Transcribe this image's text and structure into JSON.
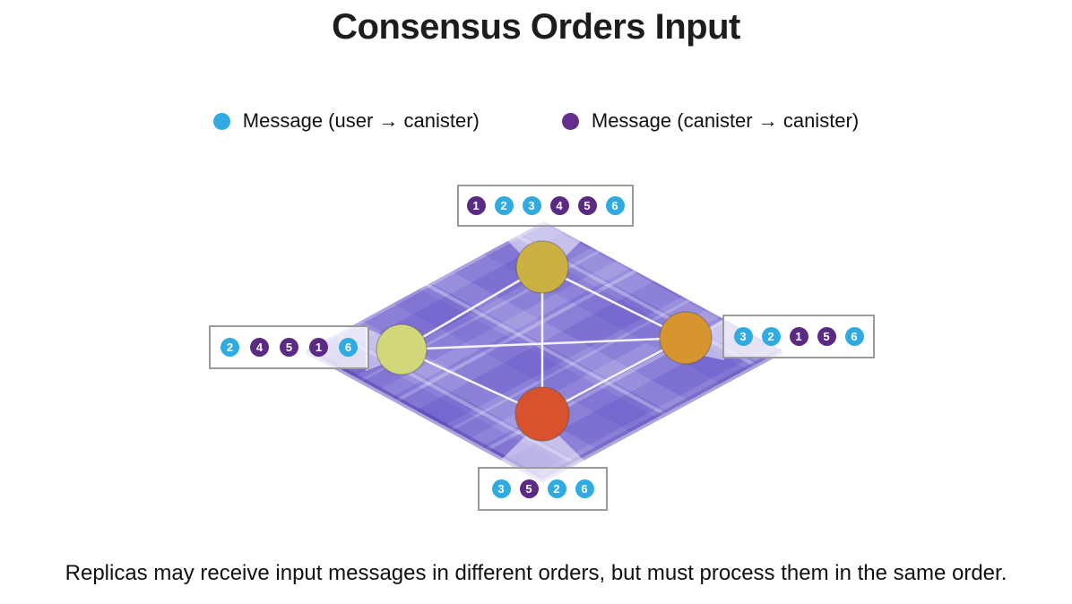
{
  "title": "Consensus Orders Input",
  "caption": "Replicas may receive input messages in different orders, but must process them in the same order.",
  "legend": {
    "items": [
      {
        "label": "Message (user → canister)",
        "color": "#2fabe2",
        "icon": "blue-dot-icon"
      },
      {
        "label": "Message (canister → canister)",
        "color": "#652d8d",
        "icon": "purple-dot-icon"
      }
    ]
  },
  "colors": {
    "user_message": "#2fabe2",
    "canister_message": "#5b2a84",
    "diamond_base": "#8b80d8",
    "edge_line": "#f4f3fa"
  },
  "message_types": {
    "1": "canister",
    "2": "user",
    "3": "user",
    "4": "canister",
    "5": "canister",
    "6": "user"
  },
  "network": {
    "edges": [
      [
        "top",
        "left"
      ],
      [
        "top",
        "right"
      ],
      [
        "top",
        "bottom"
      ],
      [
        "left",
        "right"
      ],
      [
        "left",
        "bottom"
      ],
      [
        "right",
        "bottom"
      ]
    ]
  },
  "replicas": [
    {
      "id": "top",
      "node_color": "#cbb143",
      "order": [
        1,
        2,
        3,
        4,
        5,
        6
      ]
    },
    {
      "id": "left",
      "node_color": "#d3d77c",
      "order": [
        2,
        4,
        5,
        1,
        6
      ]
    },
    {
      "id": "right",
      "node_color": "#d6952e",
      "order": [
        3,
        2,
        1,
        5,
        6
      ]
    },
    {
      "id": "bottom",
      "node_color": "#d8532d",
      "order": [
        3,
        5,
        2,
        6
      ]
    }
  ]
}
